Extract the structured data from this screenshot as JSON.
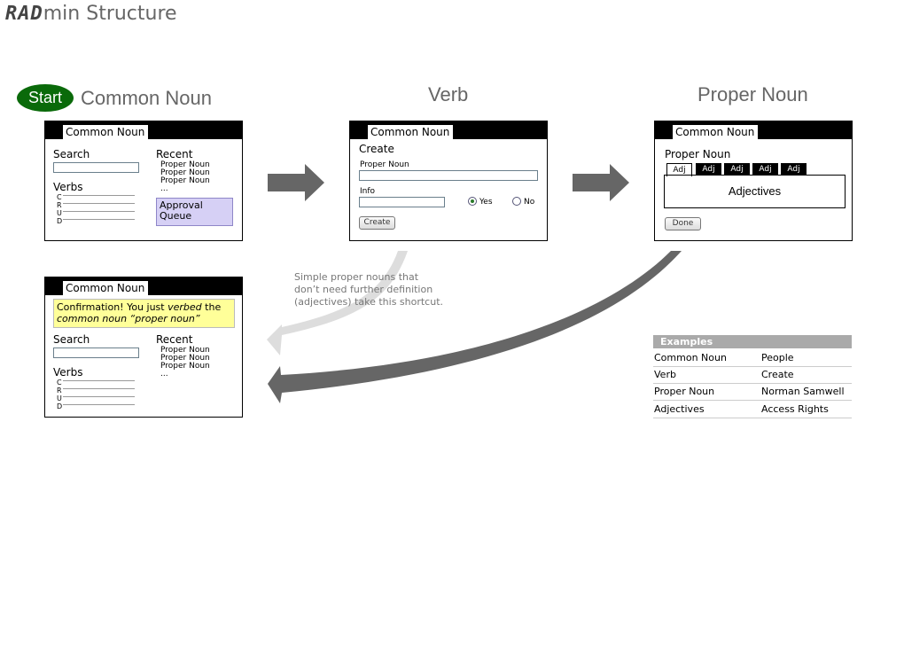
{
  "title": {
    "rad": "RAD",
    "rest": "min Structure"
  },
  "start_label": "Start",
  "steps": {
    "common_noun": "Common Noun",
    "verb": "Verb",
    "proper_noun": "Proper Noun"
  },
  "panel1": {
    "tab": "Common Noun",
    "search_label": "Search",
    "verbs_label": "Verbs",
    "crud": [
      "C",
      "R",
      "U",
      "D"
    ],
    "recent_label": "Recent",
    "recent_items": [
      "Proper Noun",
      "Proper Noun",
      "Proper Noun",
      "..."
    ],
    "queue_label": "Approval Queue"
  },
  "panel2": {
    "tab": "Common Noun",
    "heading": "Create",
    "proper_noun_label": "Proper Noun",
    "info_label": "Info",
    "yes_label": "Yes",
    "no_label": "No",
    "selected": "Yes",
    "create_button": "Create"
  },
  "panel3": {
    "tab": "Common Noun",
    "heading": "Proper Noun",
    "tabs": [
      "Adj",
      "Adj",
      "Adj",
      "Adj",
      "Adj"
    ],
    "content": "Adjectives",
    "done_button": "Done"
  },
  "panel4": {
    "tab": "Common Noun",
    "confirm_1": "Confirmation! You just ",
    "confirm_2": "verbed",
    "confirm_3": " the",
    "confirm_4": "common noun “proper noun”",
    "search_label": "Search",
    "verbs_label": "Verbs",
    "crud": [
      "C",
      "R",
      "U",
      "D"
    ],
    "recent_label": "Recent",
    "recent_items": [
      "Proper Noun",
      "Proper Noun",
      "Proper Noun",
      "..."
    ]
  },
  "shortcut_note": [
    "Simple proper nouns that",
    "don’t need further definition",
    "(adjectives) take this shortcut."
  ],
  "examples": {
    "header": "Examples",
    "rows": [
      {
        "term": "Common Noun",
        "example": "People"
      },
      {
        "term": "Verb",
        "example": "Create"
      },
      {
        "term": "Proper Noun",
        "example": "Norman Samwell"
      },
      {
        "term": "Adjectives",
        "example": "Access Rights"
      }
    ]
  },
  "colors": {
    "start": "#0a6a0a",
    "arrow": "#666666",
    "arrow_light": "#dddddd",
    "queue": "#d6d0f5",
    "confirm": "#ffff99"
  }
}
